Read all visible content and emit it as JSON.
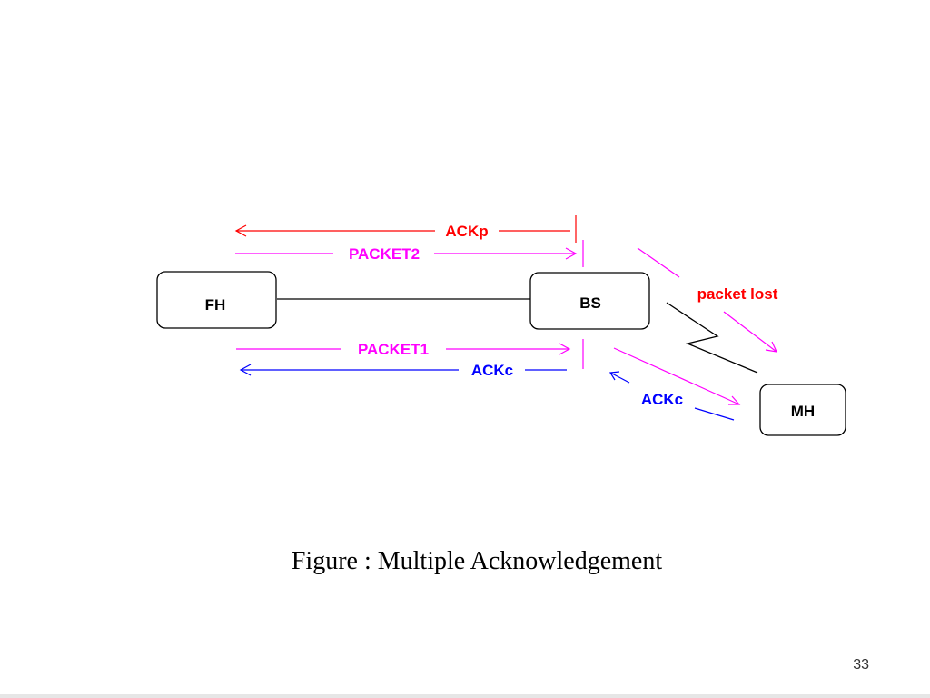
{
  "diagram": {
    "nodes": {
      "fh": "FH",
      "bs": "BS",
      "mh": "MH"
    },
    "messages": {
      "ackp": "ACKp",
      "packet2": "PACKET2",
      "packet1": "PACKET1",
      "ackc_wired": "ACKc",
      "ackc_wireless": "ACKc",
      "packet_lost": "packet lost"
    },
    "colors": {
      "ackp": "#ff0000",
      "packet": "#ff00ff",
      "ackc": "#0000ff",
      "packet_lost": "#ff0000",
      "link": "#000000"
    }
  },
  "caption": "Figure : Multiple Acknowledgement",
  "page_number": "33"
}
